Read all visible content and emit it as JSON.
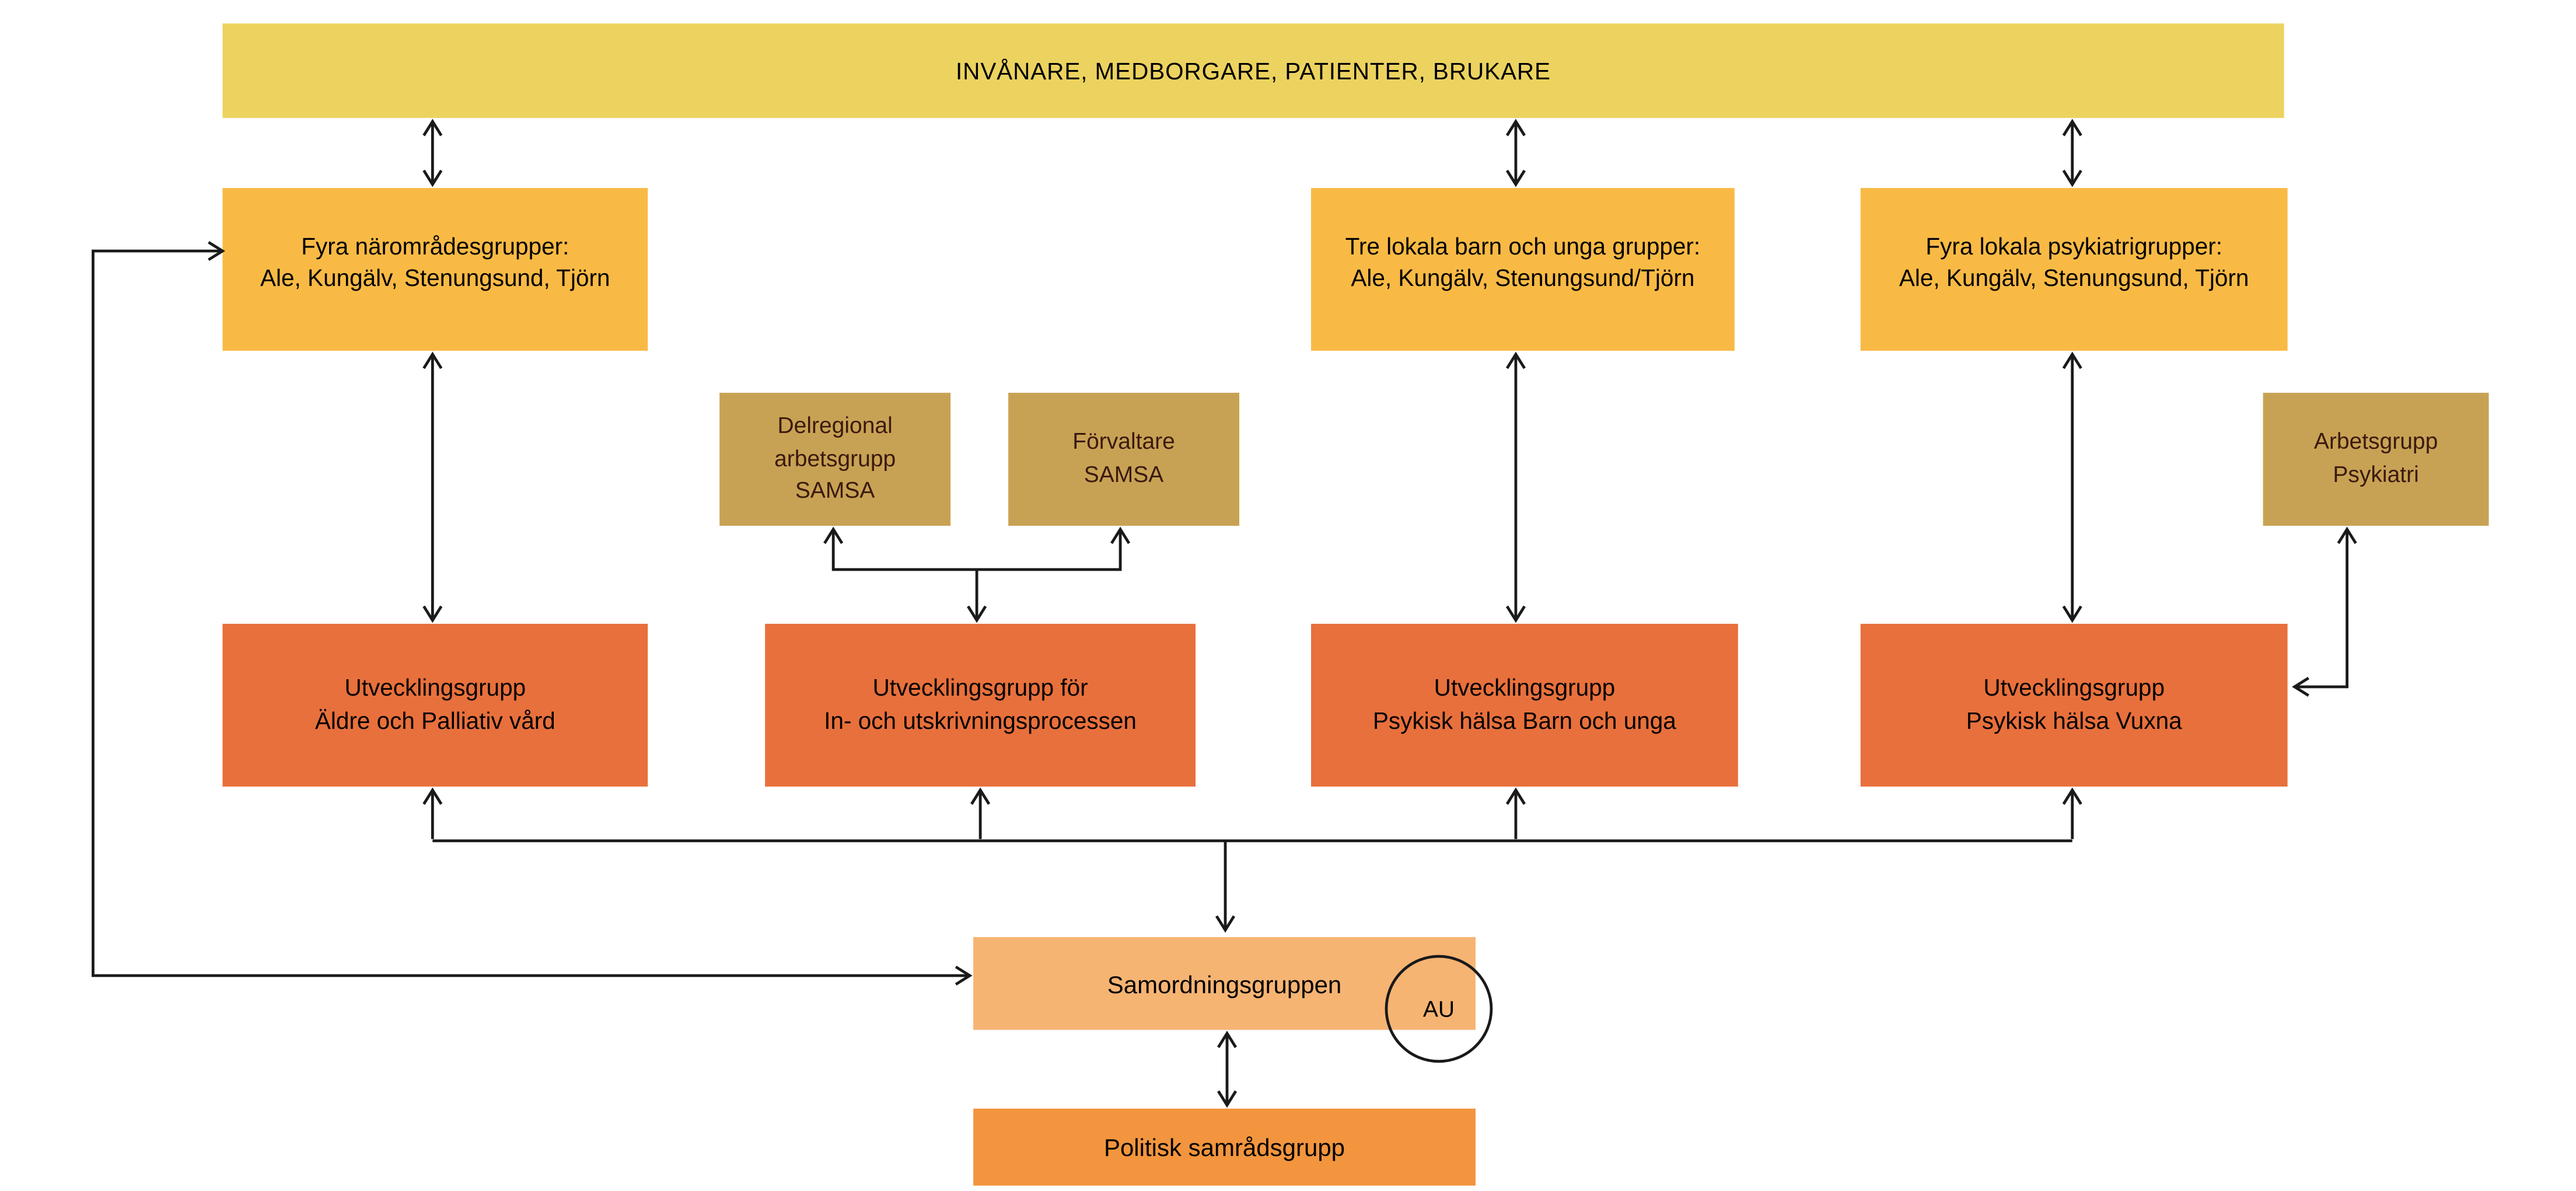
{
  "colors": {
    "banner_bg": "#ecd35f",
    "local_group_bg": "#f9ba45",
    "work_group_bg": "#c8a254",
    "work_group_text": "#3a1a0e",
    "development_group_bg": "#e8703c",
    "coordination_bg": "#f6b473",
    "political_bg": "#f2953e",
    "connector": "#1a1a1a"
  },
  "boxes": {
    "banner": {
      "line1": "INVÅNARE, MEDBORGARE, PATIENTER, BRUKARE"
    },
    "naromradesgrupper": {
      "line1": "Fyra närområdesgrupper:",
      "line2": "Ale, Kungälv, Stenungsund, Tjörn"
    },
    "barn_unga_grupper": {
      "line1": "Tre lokala barn och unga grupper:",
      "line2": "Ale, Kungälv, Stenungsund/Tjörn"
    },
    "psykiatrigrupper": {
      "line1": "Fyra lokala psykiatrigrupper:",
      "line2": "Ale, Kungälv, Stenungsund, Tjörn"
    },
    "samsa_arbetsgrupp": {
      "line1": "Delregional",
      "line2": "arbetsgrupp",
      "line3": "SAMSA"
    },
    "samsa_forvaltare": {
      "line1": "Förvaltare",
      "line2": "SAMSA"
    },
    "arbetsgrupp_psykiatri": {
      "line1": "Arbetsgrupp",
      "line2": "Psykiatri"
    },
    "utv_aldre": {
      "line1": "Utvecklingsgrupp",
      "line2": "Äldre och Palliativ vård"
    },
    "utv_in_ut": {
      "line1": "Utvecklingsgrupp för",
      "line2": "In- och utskrivningsprocessen"
    },
    "utv_barn_unga": {
      "line1": "Utvecklingsgrupp",
      "line2": "Psykisk hälsa Barn och unga"
    },
    "utv_vuxna": {
      "line1": "Utvecklingsgrupp",
      "line2": "Psykisk hälsa Vuxna"
    },
    "samordningsgruppen": {
      "line1": "Samordningsgruppen"
    },
    "au_badge": {
      "line1": "AU"
    },
    "politisk": {
      "line1": "Politisk samrådsgrupp"
    }
  }
}
